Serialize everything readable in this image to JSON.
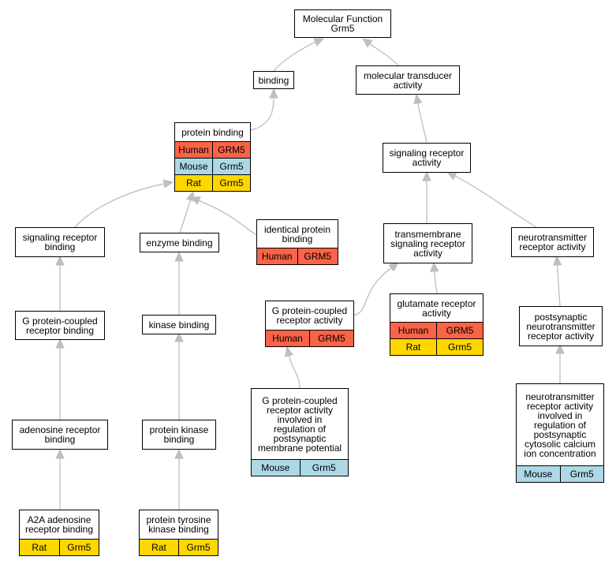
{
  "colors": {
    "Human": "#fa6347",
    "Mouse": "#add8e6",
    "Rat": "#ffd700",
    "edge": "#bebebe"
  },
  "nodes": [
    {
      "id": "root",
      "label": "Molecular Function\nGrm5",
      "rows": []
    },
    {
      "id": "binding",
      "label": "binding",
      "rows": []
    },
    {
      "id": "mta",
      "label": "molecular transducer\nactivity",
      "rows": []
    },
    {
      "id": "pb",
      "label": "protein binding",
      "rows": [
        {
          "species": "Human",
          "gene": "GRM5"
        },
        {
          "species": "Mouse",
          "gene": "Grm5"
        },
        {
          "species": "Rat",
          "gene": "Grm5"
        }
      ]
    },
    {
      "id": "sra",
      "label": "signaling receptor\nactivity",
      "rows": []
    },
    {
      "id": "srb",
      "label": "signaling receptor\nbinding",
      "rows": []
    },
    {
      "id": "eb",
      "label": "enzyme binding",
      "rows": []
    },
    {
      "id": "ipb",
      "label": "identical protein\nbinding",
      "rows": [
        {
          "species": "Human",
          "gene": "GRM5"
        }
      ]
    },
    {
      "id": "tsra",
      "label": "transmembrane\nsignaling receptor\nactivity",
      "rows": []
    },
    {
      "id": "nra",
      "label": "neurotransmitter\nreceptor activity",
      "rows": []
    },
    {
      "id": "gpcrb",
      "label": "G protein-coupled\nreceptor binding",
      "rows": []
    },
    {
      "id": "kb",
      "label": "kinase binding",
      "rows": []
    },
    {
      "id": "gpcra",
      "label": "G protein-coupled\nreceptor activity",
      "rows": [
        {
          "species": "Human",
          "gene": "GRM5"
        }
      ]
    },
    {
      "id": "gra",
      "label": "glutamate receptor\nactivity",
      "rows": [
        {
          "species": "Human",
          "gene": "GRM5"
        },
        {
          "species": "Rat",
          "gene": "Grm5"
        }
      ]
    },
    {
      "id": "pnra",
      "label": "postsynaptic\nneurotransmitter\nreceptor activity",
      "rows": []
    },
    {
      "id": "arb",
      "label": "adenosine receptor\nbinding",
      "rows": []
    },
    {
      "id": "pkb",
      "label": "protein kinase\nbinding",
      "rows": []
    },
    {
      "id": "gpcr_reg",
      "label": "G protein-coupled\nreceptor activity\ninvolved in\nregulation of\npostsynaptic\nmembrane potential",
      "rows": [
        {
          "species": "Mouse",
          "gene": "Grm5"
        }
      ]
    },
    {
      "id": "nra_reg",
      "label": "neurotransmitter\nreceptor activity\ninvolved in\nregulation of\npostsynaptic\ncytosolic calcium\nion concentration",
      "rows": [
        {
          "species": "Mouse",
          "gene": "Grm5"
        }
      ]
    },
    {
      "id": "a2a",
      "label": "A2A adenosine\nreceptor binding",
      "rows": [
        {
          "species": "Rat",
          "gene": "Grm5"
        }
      ]
    },
    {
      "id": "ptkb",
      "label": "protein tyrosine\nkinase binding",
      "rows": [
        {
          "species": "Rat",
          "gene": "Grm5"
        }
      ]
    }
  ],
  "edges": [
    {
      "from": "binding",
      "to": "root"
    },
    {
      "from": "mta",
      "to": "root"
    },
    {
      "from": "pb",
      "to": "binding"
    },
    {
      "from": "sra",
      "to": "mta"
    },
    {
      "from": "srb",
      "to": "pb"
    },
    {
      "from": "eb",
      "to": "pb"
    },
    {
      "from": "ipb",
      "to": "pb"
    },
    {
      "from": "tsra",
      "to": "sra"
    },
    {
      "from": "nra",
      "to": "sra"
    },
    {
      "from": "gpcrb",
      "to": "srb"
    },
    {
      "from": "kb",
      "to": "eb"
    },
    {
      "from": "gpcra",
      "to": "tsra"
    },
    {
      "from": "gra",
      "to": "tsra"
    },
    {
      "from": "pnra",
      "to": "nra"
    },
    {
      "from": "arb",
      "to": "gpcrb"
    },
    {
      "from": "pkb",
      "to": "kb"
    },
    {
      "from": "gpcr_reg",
      "to": "gpcra"
    },
    {
      "from": "nra_reg",
      "to": "pnra"
    },
    {
      "from": "a2a",
      "to": "arb"
    },
    {
      "from": "ptkb",
      "to": "pkb"
    }
  ]
}
